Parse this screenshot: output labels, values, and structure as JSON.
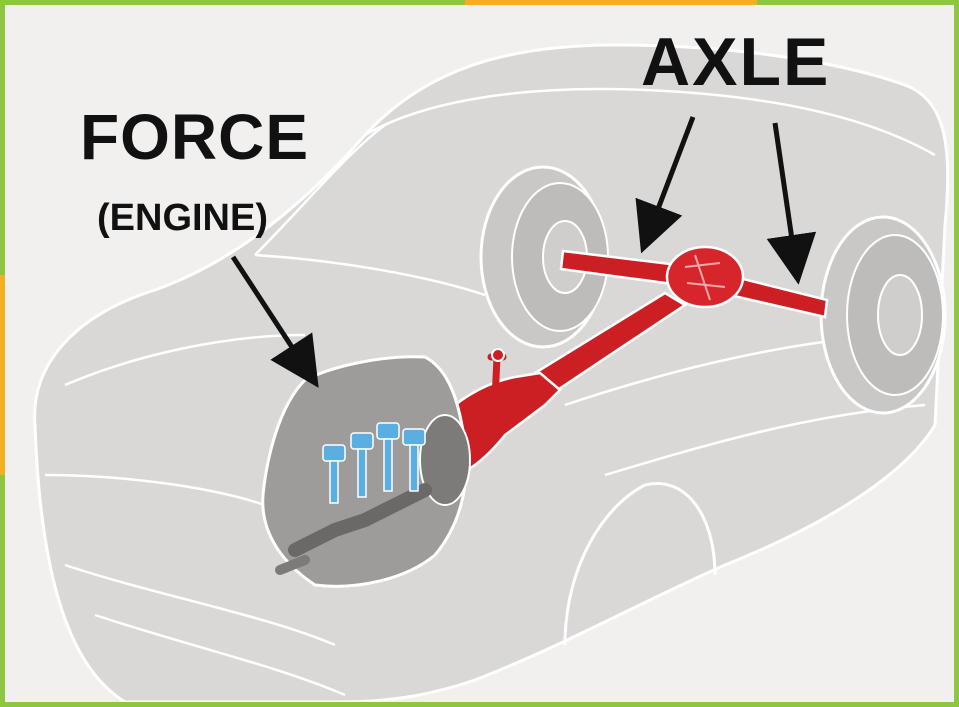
{
  "labels": {
    "force": "FORCE",
    "engine": "(ENGINE)",
    "axle": "AXLE"
  },
  "colors": {
    "border": "#8dc63f",
    "accent": "#f2b01e",
    "background": "#f1f0ef",
    "car_body": "#d9d8d7",
    "drivetrain": "#cc1f24",
    "pistons": "#5aaee0",
    "engine_block": "#9e9c9a"
  }
}
